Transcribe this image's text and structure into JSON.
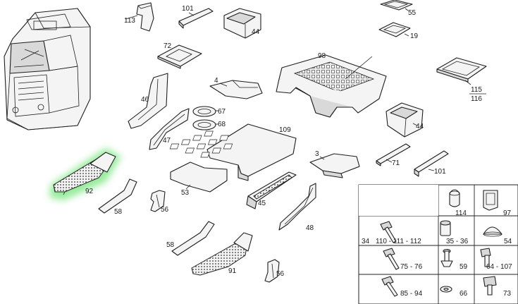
{
  "diagram": {
    "highlight_color": "#3fdc4a",
    "labels": {
      "p113": "113",
      "p101a": "101",
      "p44a": "44",
      "p55": "55",
      "p19": "19",
      "p72": "72",
      "p98": "98",
      "p4": "4",
      "p46": "46",
      "p67": "67",
      "p68": "68",
      "p47": "47",
      "p109": "109",
      "p44b": "44",
      "p115": "115",
      "p116": "116",
      "p92": "92",
      "p3": "3",
      "p71": "71",
      "p101b": "101",
      "p53": "53",
      "p45": "45",
      "p58a": "58",
      "p56a": "56",
      "p48": "48",
      "p58b": "58",
      "p91": "91",
      "p56b": "56"
    },
    "legend": {
      "c114": "114",
      "c97": "97",
      "c34": "34",
      "c110": "110 - 111 - 112",
      "c3536": "35 - 36",
      "c54": "54",
      "c7576": "75 - 76",
      "c59": "59",
      "c64107": "64 - 107",
      "c8594": "85 - 94",
      "c66": "66",
      "c73": "73"
    }
  }
}
